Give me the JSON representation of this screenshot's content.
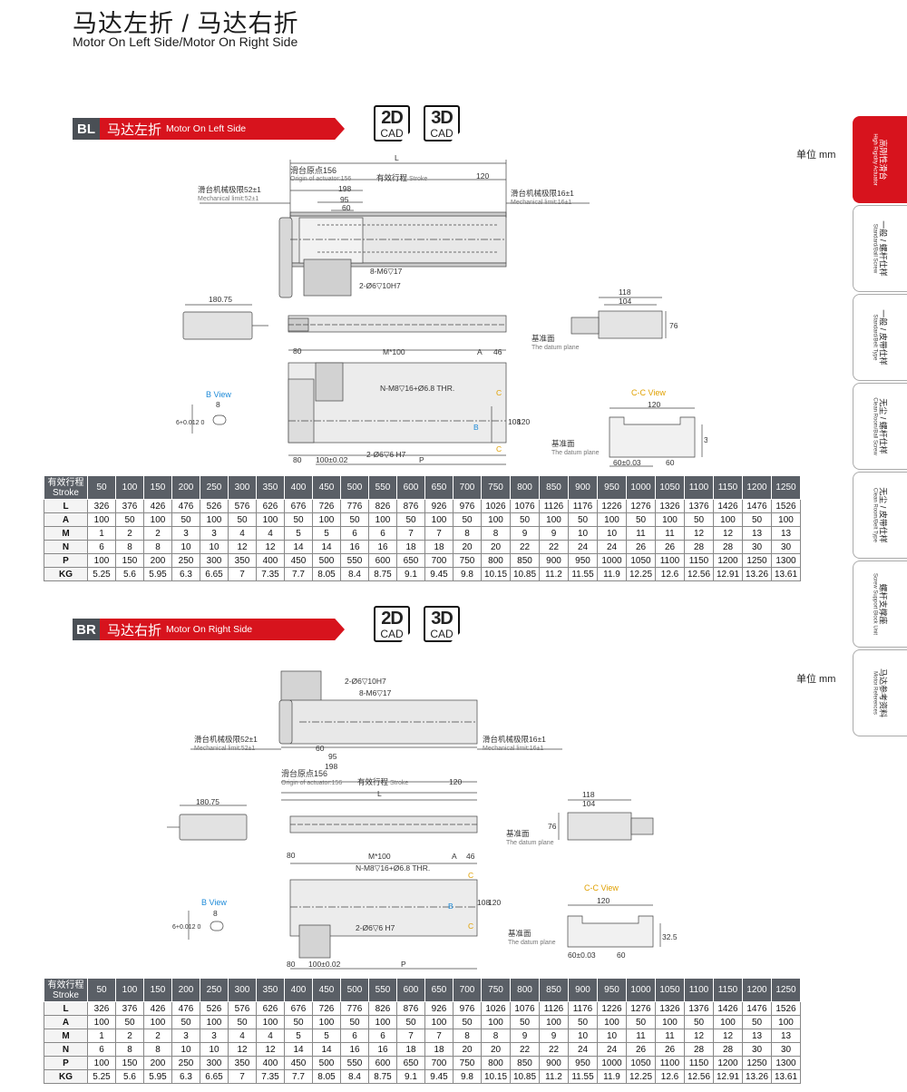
{
  "header": {
    "title_cn": "马达左折 / 马达右折",
    "title_en": "Motor On Left Side/Motor On Right Side"
  },
  "colors": {
    "accent_red": "#d7131d",
    "header_gray": "#5a5f66",
    "code_gray": "#4a4f55"
  },
  "cad": {
    "two_d_big": "2D",
    "three_d_big": "3D",
    "cad_small": "CAD"
  },
  "unit_label": "单位 mm",
  "side_tabs": [
    {
      "cn": "高刚性滑台",
      "en": "High Rigidity Actuator",
      "active": true
    },
    {
      "cn": "一般 / 螺杆仕样",
      "en": "Standard/Ball Screw",
      "active": false
    },
    {
      "cn": "一般 / 皮带仕样",
      "en": "Standard/Belt Type",
      "active": false
    },
    {
      "cn": "无尘 / 螺杆仕样",
      "en": "Clean Room/Ball Screw",
      "active": false
    },
    {
      "cn": "无尘 / 皮带仕样",
      "en": "Clean Room/Belt Type",
      "active": false
    },
    {
      "cn": "螺杆支撑座",
      "en": "Screw Support Block Unit",
      "active": false
    },
    {
      "cn": "马达参考资料",
      "en": "Motor References",
      "active": false
    }
  ],
  "labels": {
    "origin_cn": "滑台原点156",
    "origin_en": "Origin of actuator:156",
    "stroke_cn": "有效行程",
    "stroke_en": "Stroke",
    "mech52_cn": "滑台机械极限52±1",
    "mech52_en": "Mechanical limit:52±1",
    "mech16_cn": "滑台机械极限16±1",
    "mech16_en": "Mechanical limit:16±1",
    "datum_cn": "基准面",
    "datum_en": "The datum plane",
    "bview": "B View",
    "ccview": "C-C View",
    "tap1": "8-M6▽17",
    "tap2": "2-Ø6▽10H7",
    "nthr": "N-M8▽16+Ø6.8 THR.",
    "pin": "2-Ø6▽6 H7",
    "d_L": "L",
    "d_198": "198",
    "d_95": "95",
    "d_60": "60",
    "d_120": "120",
    "d_18075": "180.75",
    "d_118": "118",
    "d_104": "104",
    "d_76": "76",
    "d_80": "80",
    "d_M100": "M*100",
    "d_A": "A",
    "d_46": "46",
    "d_108": "108",
    "d_100": "100±0.02",
    "d_P": "P",
    "d_8": "8",
    "d_6tol": "6+0.012 0",
    "d_C": "C",
    "d_B": "B",
    "d_325": "32.5",
    "d_6003": "60±0.03",
    "d_60b": "60"
  },
  "table_header_cn": "有效行程",
  "table_header_en": "Stroke",
  "sections": [
    {
      "code": "BL",
      "name_cn": "马达左折",
      "name_en": "Motor On Left Side",
      "strokes": [
        "50",
        "100",
        "150",
        "200",
        "250",
        "300",
        "350",
        "400",
        "450",
        "500",
        "550",
        "600",
        "650",
        "700",
        "750",
        "800",
        "850",
        "900",
        "950",
        "1000",
        "1050",
        "1100",
        "1150",
        "1200",
        "1250"
      ],
      "rows": [
        {
          "label": "L",
          "values": [
            "326",
            "376",
            "426",
            "476",
            "526",
            "576",
            "626",
            "676",
            "726",
            "776",
            "826",
            "876",
            "926",
            "976",
            "1026",
            "1076",
            "1126",
            "1176",
            "1226",
            "1276",
            "1326",
            "1376",
            "1426",
            "1476",
            "1526"
          ]
        },
        {
          "label": "A",
          "values": [
            "100",
            "50",
            "100",
            "50",
            "100",
            "50",
            "100",
            "50",
            "100",
            "50",
            "100",
            "50",
            "100",
            "50",
            "100",
            "50",
            "100",
            "50",
            "100",
            "50",
            "100",
            "50",
            "100",
            "50",
            "100"
          ]
        },
        {
          "label": "M",
          "values": [
            "1",
            "2",
            "2",
            "3",
            "3",
            "4",
            "4",
            "5",
            "5",
            "6",
            "6",
            "7",
            "7",
            "8",
            "8",
            "9",
            "9",
            "10",
            "10",
            "11",
            "11",
            "12",
            "12",
            "13",
            "13"
          ]
        },
        {
          "label": "N",
          "values": [
            "6",
            "8",
            "8",
            "10",
            "10",
            "12",
            "12",
            "14",
            "14",
            "16",
            "16",
            "18",
            "18",
            "20",
            "20",
            "22",
            "22",
            "24",
            "24",
            "26",
            "26",
            "28",
            "28",
            "30",
            "30"
          ]
        },
        {
          "label": "P",
          "values": [
            "100",
            "150",
            "200",
            "250",
            "300",
            "350",
            "400",
            "450",
            "500",
            "550",
            "600",
            "650",
            "700",
            "750",
            "800",
            "850",
            "900",
            "950",
            "1000",
            "1050",
            "1100",
            "1150",
            "1200",
            "1250",
            "1300"
          ]
        },
        {
          "label": "KG",
          "values": [
            "5.25",
            "5.6",
            "5.95",
            "6.3",
            "6.65",
            "7",
            "7.35",
            "7.7",
            "8.05",
            "8.4",
            "8.75",
            "9.1",
            "9.45",
            "9.8",
            "10.15",
            "10.85",
            "11.2",
            "11.55",
            "11.9",
            "12.25",
            "12.6",
            "12.56",
            "12.91",
            "13.26",
            "13.61"
          ]
        }
      ]
    },
    {
      "code": "BR",
      "name_cn": "马达右折",
      "name_en": "Motor On Right Side",
      "strokes": [
        "50",
        "100",
        "150",
        "200",
        "250",
        "300",
        "350",
        "400",
        "450",
        "500",
        "550",
        "600",
        "650",
        "700",
        "750",
        "800",
        "850",
        "900",
        "950",
        "1000",
        "1050",
        "1100",
        "1150",
        "1200",
        "1250"
      ],
      "rows": [
        {
          "label": "L",
          "values": [
            "326",
            "376",
            "426",
            "476",
            "526",
            "576",
            "626",
            "676",
            "726",
            "776",
            "826",
            "876",
            "926",
            "976",
            "1026",
            "1076",
            "1126",
            "1176",
            "1226",
            "1276",
            "1326",
            "1376",
            "1426",
            "1476",
            "1526"
          ]
        },
        {
          "label": "A",
          "values": [
            "100",
            "50",
            "100",
            "50",
            "100",
            "50",
            "100",
            "50",
            "100",
            "50",
            "100",
            "50",
            "100",
            "50",
            "100",
            "50",
            "100",
            "50",
            "100",
            "50",
            "100",
            "50",
            "100",
            "50",
            "100"
          ]
        },
        {
          "label": "M",
          "values": [
            "1",
            "2",
            "2",
            "3",
            "3",
            "4",
            "4",
            "5",
            "5",
            "6",
            "6",
            "7",
            "7",
            "8",
            "8",
            "9",
            "9",
            "10",
            "10",
            "11",
            "11",
            "12",
            "12",
            "13",
            "13"
          ]
        },
        {
          "label": "N",
          "values": [
            "6",
            "8",
            "8",
            "10",
            "10",
            "12",
            "12",
            "14",
            "14",
            "16",
            "16",
            "18",
            "18",
            "20",
            "20",
            "22",
            "22",
            "24",
            "24",
            "26",
            "26",
            "28",
            "28",
            "30",
            "30"
          ]
        },
        {
          "label": "P",
          "values": [
            "100",
            "150",
            "200",
            "250",
            "300",
            "350",
            "400",
            "450",
            "500",
            "550",
            "600",
            "650",
            "700",
            "750",
            "800",
            "850",
            "900",
            "950",
            "1000",
            "1050",
            "1100",
            "1150",
            "1200",
            "1250",
            "1300"
          ]
        },
        {
          "label": "KG",
          "values": [
            "5.25",
            "5.6",
            "5.95",
            "6.3",
            "6.65",
            "7",
            "7.35",
            "7.7",
            "8.05",
            "8.4",
            "8.75",
            "9.1",
            "9.45",
            "9.8",
            "10.15",
            "10.85",
            "11.2",
            "11.55",
            "11.9",
            "12.25",
            "12.6",
            "12.56",
            "12.91",
            "13.26",
            "13.61"
          ]
        }
      ]
    }
  ]
}
